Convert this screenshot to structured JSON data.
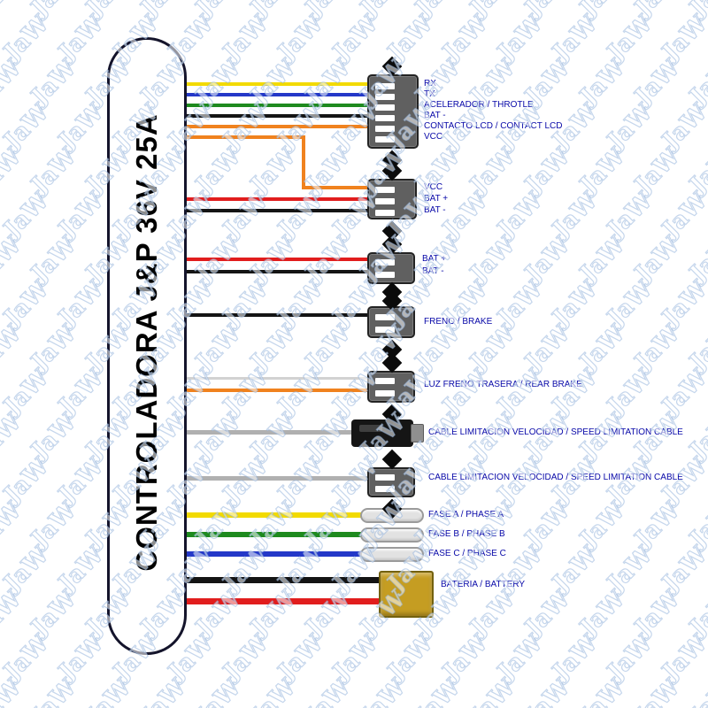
{
  "watermark": {
    "text": "JaW"
  },
  "controller": {
    "title": "CONTROLADORA J&P 36V 25A"
  },
  "colors": {
    "label_text": "#0808a8",
    "wire_yellow": "#f2da00",
    "wire_blue": "#2438c8",
    "wire_green": "#1e8a1e",
    "wire_black": "#141414",
    "wire_orange": "#f0821e",
    "wire_red": "#e11d1d",
    "wire_gray": "#b0b0b0",
    "wire_white": "#d2d2d2",
    "connector_gray": "#606060",
    "connector_black": "#151515",
    "phase_bullet_gray": "#e2e2e2",
    "battery_gold": "#c59d22"
  },
  "display_connector": {
    "pins": [
      "RX",
      "TX",
      "ACELERADOR / THROTLE",
      "BAT -",
      "CONTACTO LCD / CONTACT LCD",
      "VCC"
    ]
  },
  "power_connector": {
    "pins": [
      "VCC",
      "BAT +",
      "BAT -"
    ]
  },
  "battery_plug": {
    "pins": [
      "BAT +",
      "BAT -"
    ]
  },
  "brake": {
    "label": "FRENO / BRAKE"
  },
  "rear_brake": {
    "label": "LUZ FRENO TRASERA / REAR BRAKE"
  },
  "speed_limit_a": {
    "label": "CABLE LIMITACION VELOCIDAD / SPEED LIMITATION CABLE"
  },
  "speed_limit_b": {
    "label": "CABLE LIMITACION VELOCIDAD / SPEED LIMITATION CABLE"
  },
  "phases": [
    {
      "label": "FASE A / PHASE A"
    },
    {
      "label": "FASE B / PHASE B"
    },
    {
      "label": "FASE C / PHASE C"
    }
  ],
  "battery": {
    "label": "BATERIA / BATTERY"
  }
}
